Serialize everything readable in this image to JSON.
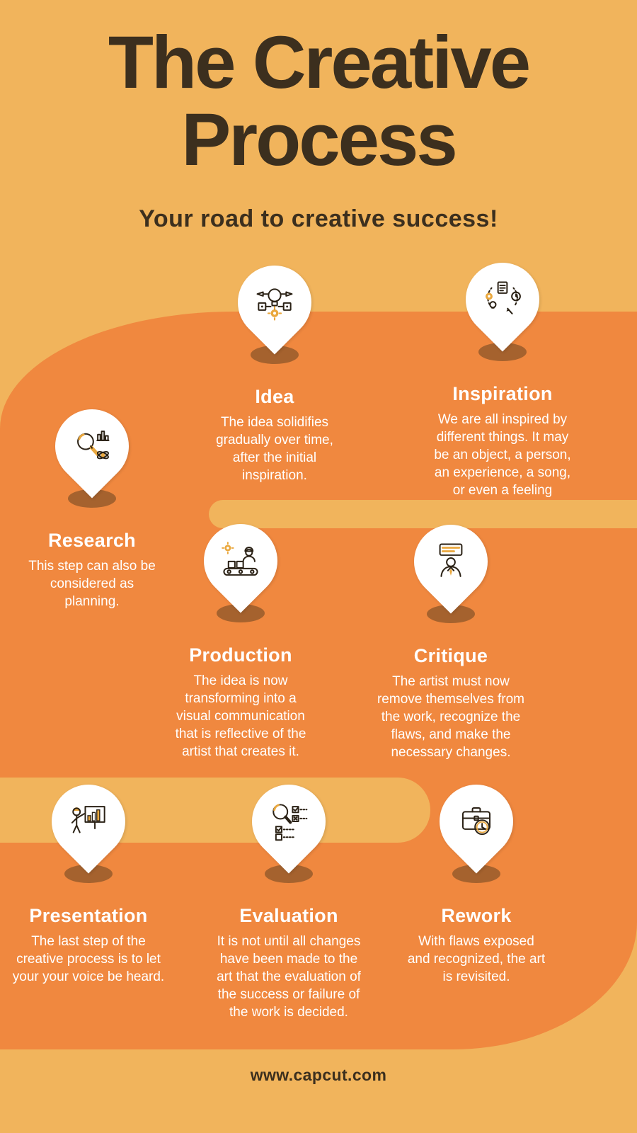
{
  "header": {
    "title_line1": "The Creative",
    "title_line2": "Process",
    "subtitle": "Your road to creative success!"
  },
  "steps": [
    {
      "title": "Idea",
      "icon": "idea-lightbulb-icon",
      "description": "The idea solidifies\ngradually over time,\nafter the initial\ninspiration."
    },
    {
      "title": "Inspiration",
      "icon": "inspiration-cycle-icon",
      "description": "We are all inspired by\ndifferent things.  It may\nbe an object, a person,\nan experience, a song,\nor even a feeling"
    },
    {
      "title": "Research",
      "icon": "research-magnifier-icon",
      "description": "This step can also be\nconsidered as\nplanning."
    },
    {
      "title": "Production",
      "icon": "production-conveyor-icon",
      "description": "The idea is now\ntransforming into a\nvisual communication\nthat is reflective of the\nartist that creates it."
    },
    {
      "title": "Critique",
      "icon": "critique-review-icon",
      "description": "The artist must now\nremove themselves from\nthe work, recognize the\nflaws, and make the\nnecessary changes."
    },
    {
      "title": "Presentation",
      "icon": "presentation-chart-icon",
      "description": "The last step of the\ncreative process is to let\nyour your voice be heard."
    },
    {
      "title": "Evaluation",
      "icon": "evaluation-checklist-icon",
      "description": "It is not until all changes\nhave been made to the\nart that the evaluation of\nthe success or failure of\nthe work is decided."
    },
    {
      "title": "Rework",
      "icon": "rework-toolbox-icon",
      "description": "With flaws exposed\nand recognized, the art\nis revisited."
    }
  ],
  "footer": {
    "website": "www.capcut.com"
  },
  "colors": {
    "background": "#F1B45C",
    "road": "#F0883F",
    "title_text": "#3C2F1E",
    "step_text": "#FFFFFF",
    "pin_fill": "#FFFFFF",
    "pin_shadow": "#A5622E",
    "icon_accent": "#EAA83E",
    "icon_ink": "#2A2115"
  }
}
